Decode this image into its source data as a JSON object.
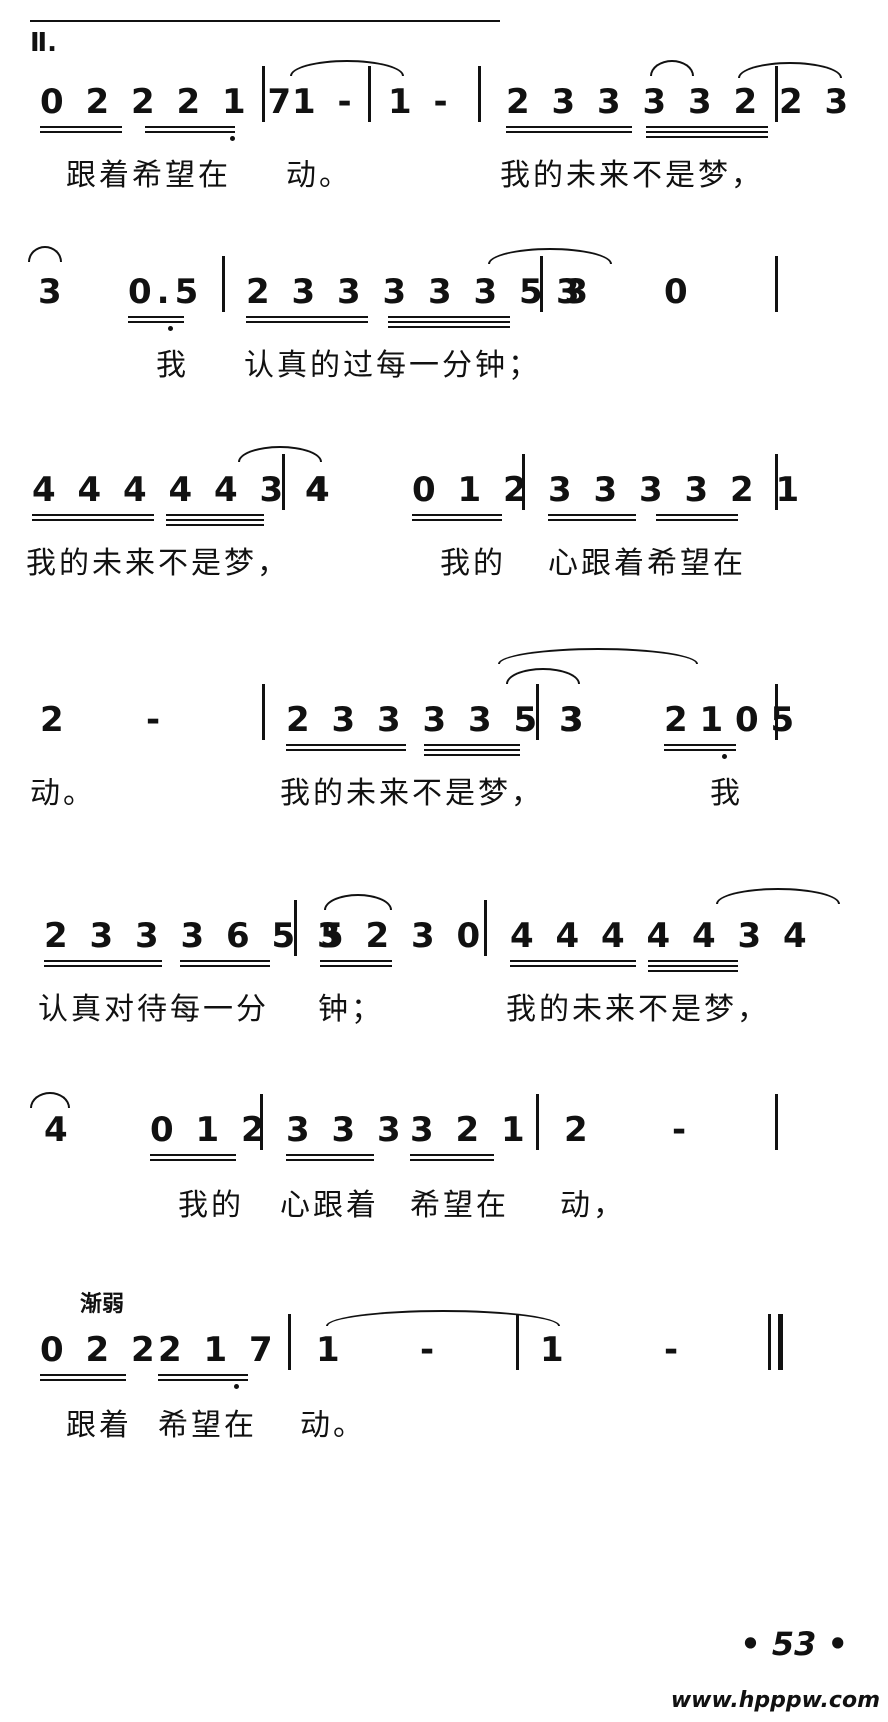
{
  "header": {
    "section": "Ⅱ."
  },
  "marks": {
    "dim": "渐弱",
    "dot": "·"
  },
  "rows": [
    {
      "notes": [
        "0 2 2 2 1 7",
        "1 -",
        "1 -",
        "2 3 3 3 3 2 2 3"
      ],
      "lyric": [
        "跟着希望在",
        "动。",
        "我的未来不是梦，"
      ]
    },
    {
      "notes": [
        "3",
        "0.5",
        "2 3 3 3 3 3 5 3",
        "3",
        "0"
      ],
      "lyric": [
        "我",
        "认真的过每一分钟；"
      ]
    },
    {
      "notes": [
        "4 4 4 4 4 3 4",
        "4",
        "0 1 2",
        "3 3 3 3 2 1"
      ],
      "lyric": [
        "我的未来不是梦，",
        "我的",
        "心跟着希望在"
      ]
    },
    {
      "notes": [
        "2",
        "-",
        "2 3 3 3 3 5 3",
        "3",
        "2 1 0 5"
      ],
      "lyric": [
        "动。",
        "我的未来不是梦，",
        "我"
      ]
    },
    {
      "notes": [
        "2 3 3 3 6 5 3",
        "5 2 3 0",
        "4 4 4 4 4 3 4"
      ],
      "lyric": [
        "认真对待每一分",
        "钟；",
        "我的未来不是梦，"
      ]
    },
    {
      "notes": [
        "4",
        "0 1 2",
        "3 3 3",
        "3 2 1",
        "2",
        "-"
      ],
      "lyric": [
        "我的",
        "心跟着",
        "希望在",
        "动，"
      ]
    },
    {
      "notes": [
        "0 2 2",
        "2 1 7",
        "1",
        "-",
        "1",
        "-"
      ],
      "lyric": [
        "跟着",
        "希望在",
        "动。"
      ]
    }
  ],
  "footer": {
    "page": "• 53 •",
    "site": "www.hpppw.com"
  }
}
